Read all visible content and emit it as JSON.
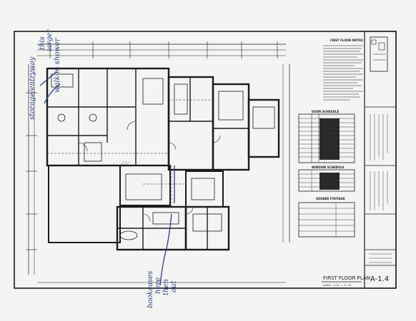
{
  "plan": {
    "title": "FIRST FLOOR PLAN",
    "scale_note": "SCALE: 1/4\" = 1'-0\"",
    "sheet_number": "A-1.4"
  },
  "notes": {
    "heading": "FIRST FLOOR NOTES"
  },
  "schedules": {
    "door_heading": "DOOR SCHEDULE",
    "window_heading": "WINDOW SCHEDULE",
    "area_heading": "SQUARE FOOTAGE"
  },
  "annotations": {
    "top_left_line1": "storage/entryway",
    "top_left_line2": "this",
    "top_left_line3": "larger",
    "top_left_line4": "walk-in shower",
    "bottom_line1": "bookcases",
    "bottom_line2": "here",
    "bottom_line3": "then",
    "bottom_line4": "out"
  },
  "colors": {
    "ink": "#1b1b1b",
    "pen": "#2a3f86",
    "paper": "#f4f4f2"
  }
}
